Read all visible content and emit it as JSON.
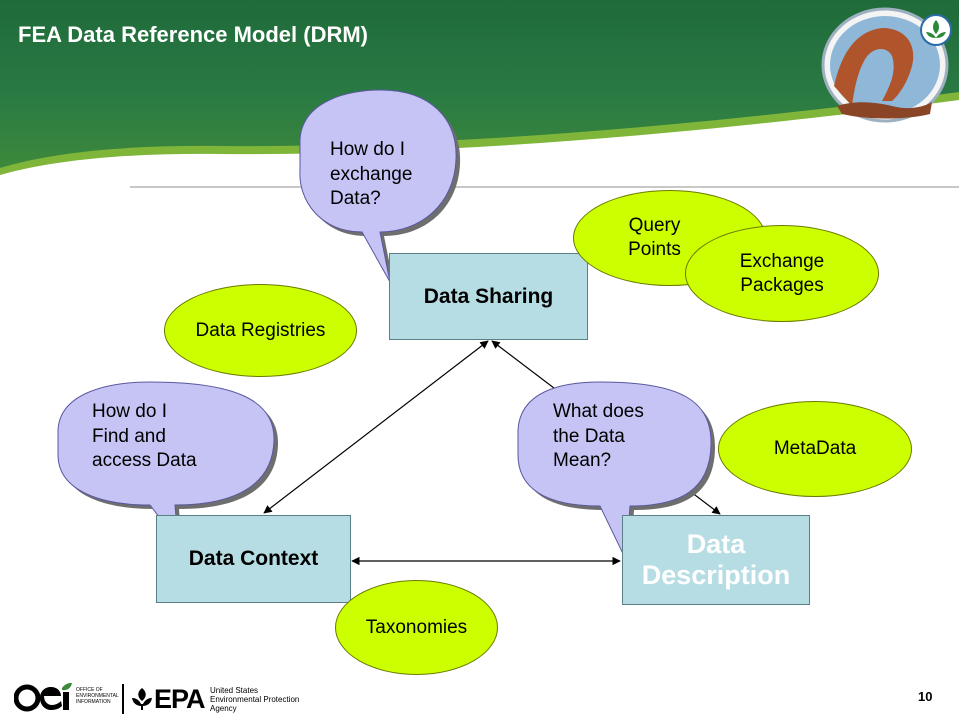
{
  "slide": {
    "title": "FEA Data Reference Model (DRM)",
    "page_number": "10"
  },
  "boxes": {
    "sharing": "Data Sharing",
    "context": "Data Context",
    "description": "Data Description"
  },
  "bubbles": {
    "sharing": [
      "How do I",
      "exchange",
      "Data?"
    ],
    "context": [
      "How do I",
      "Find and",
      "access Data"
    ],
    "description": [
      "What does",
      "the Data",
      "Mean?"
    ]
  },
  "ellipses": {
    "query_points": [
      "Query",
      "Points"
    ],
    "exchange_packages": [
      "Exchange",
      "Packages"
    ],
    "data_registries": "Data Registries",
    "metadata": "MetaData",
    "taxonomies": "Taxonomies"
  },
  "footer": {
    "oei_logo": "oei",
    "oei_line1": "OFFICE OF",
    "oei_line2": "ENVIRONMENTAL",
    "oei_line3": "INFORMATION",
    "epa_logo": "EPA",
    "epa_line1": "United States",
    "epa_line2": "Environmental Protection",
    "epa_line3": "Agency"
  },
  "colors": {
    "header_green": "#1f6b3a",
    "box_fill": "#b7dde4",
    "ellipse_fill": "#ccff00",
    "bubble_fill": "#c6c4f4",
    "description_text": "#ffffff"
  },
  "icons": {
    "seal": "epa-seal-icon",
    "oei": "oei-logo-icon",
    "epa": "epa-flower-icon"
  }
}
